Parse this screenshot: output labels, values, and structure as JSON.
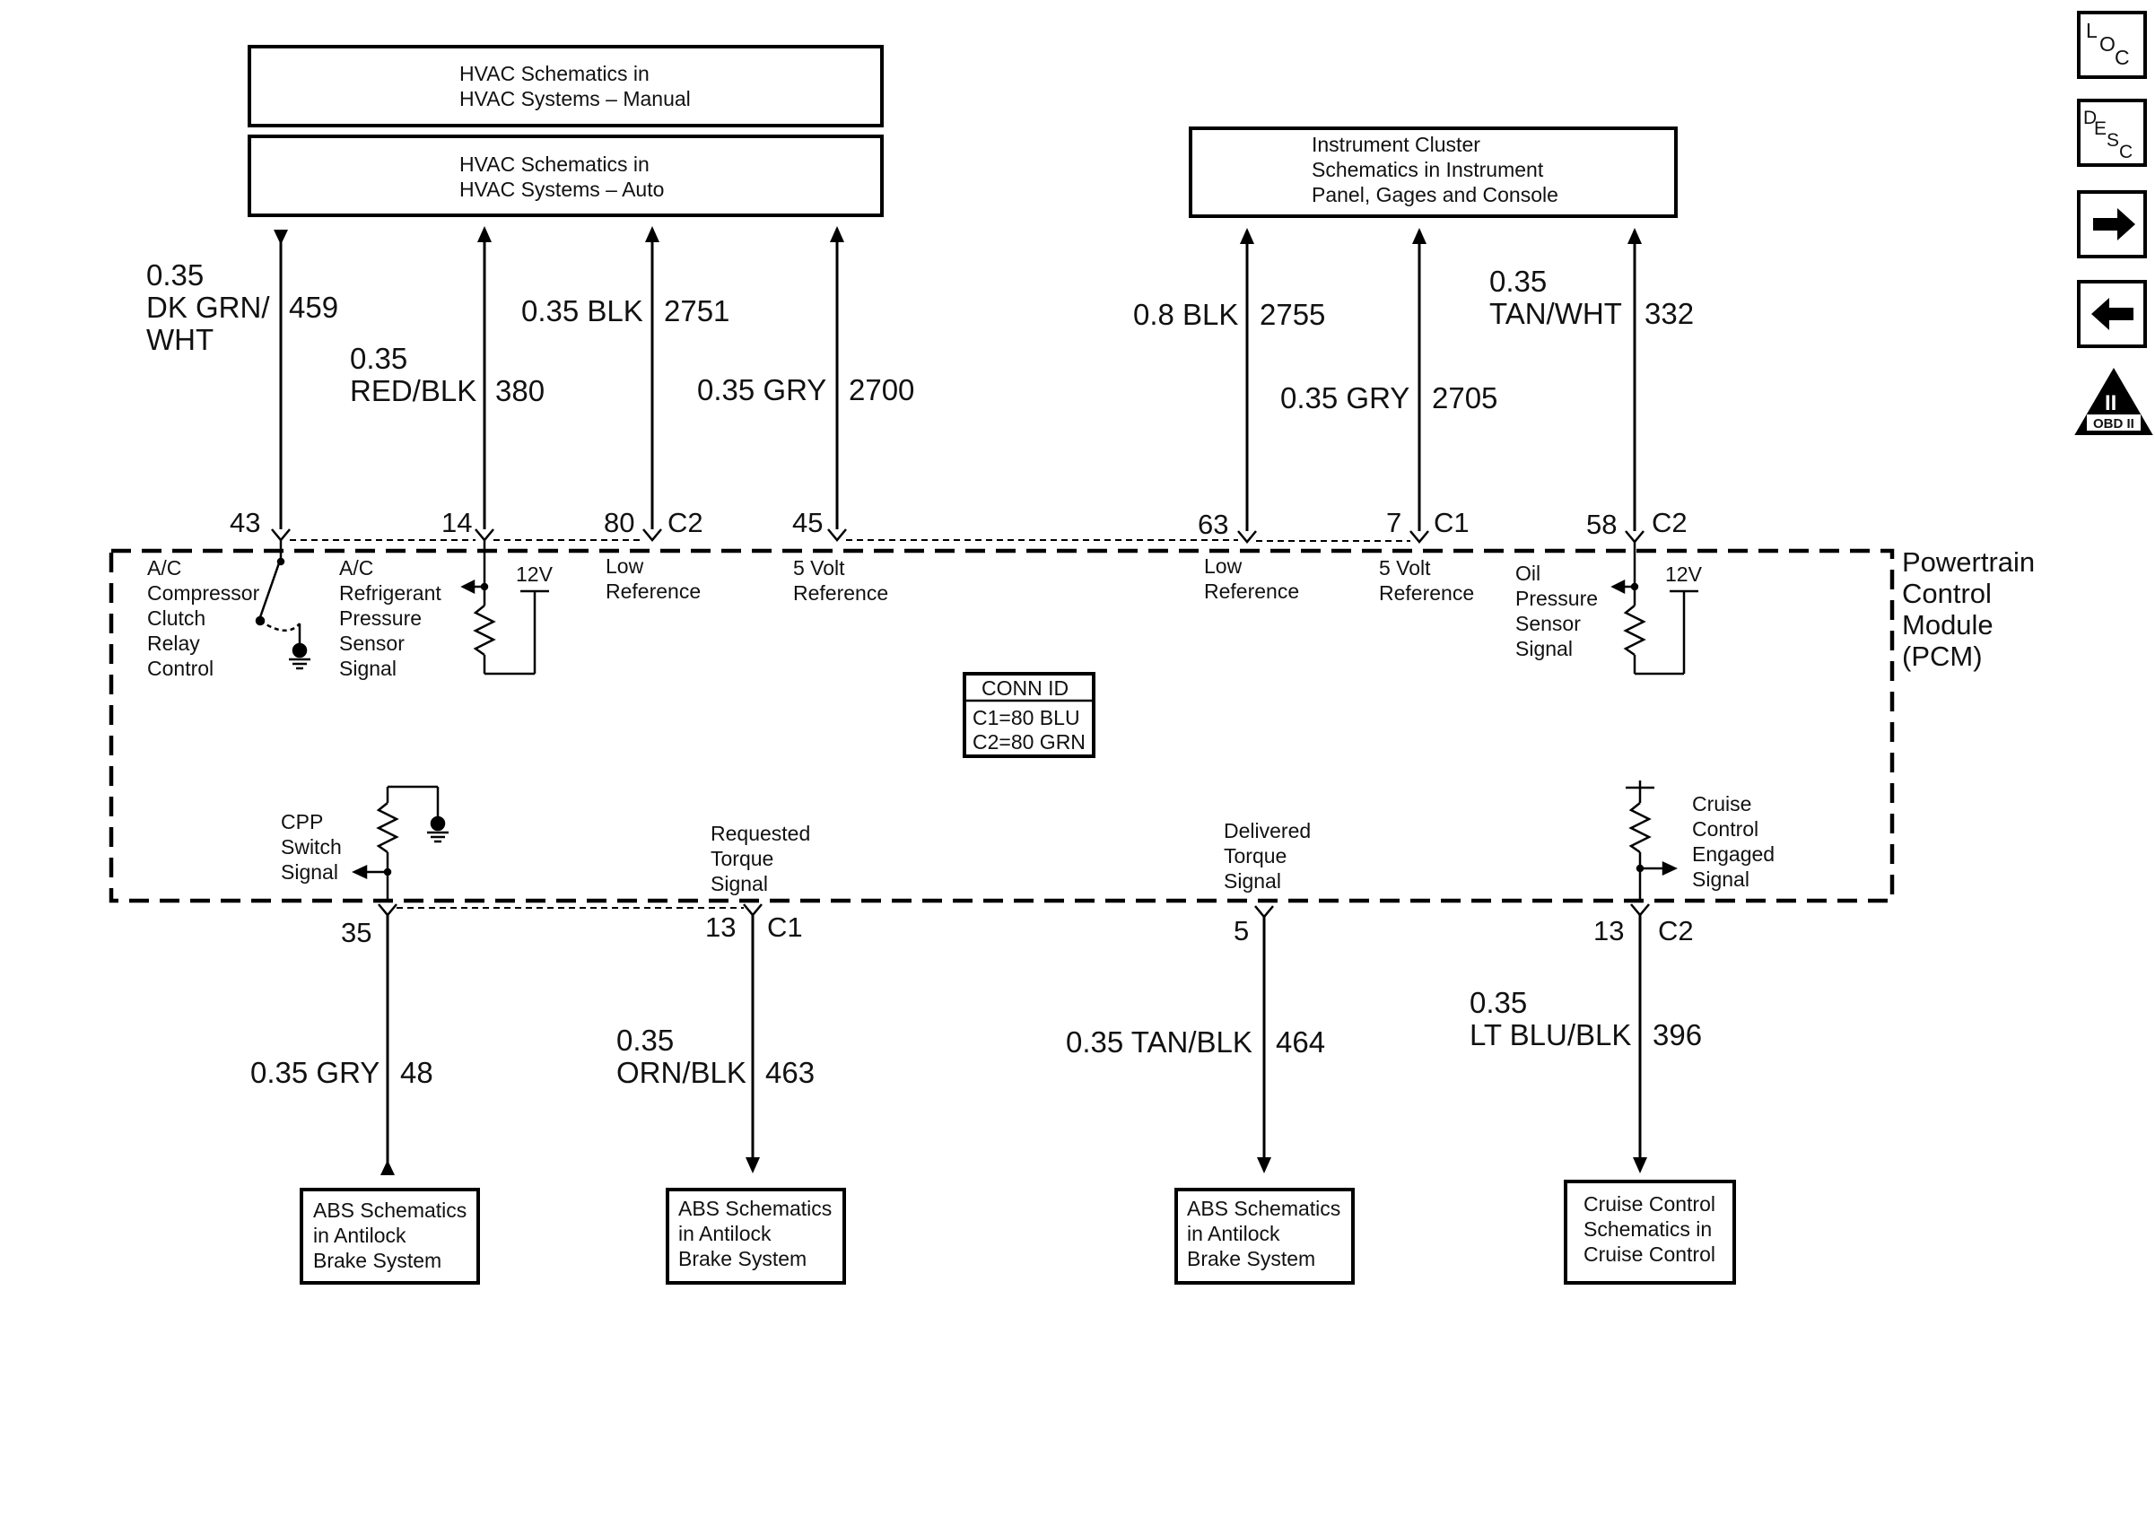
{
  "top_boxes": {
    "hvac_manual": [
      "HVAC Schematics in",
      "HVAC Systems – Manual"
    ],
    "hvac_auto": [
      "HVAC Schematics in",
      "HVAC Systems – Auto"
    ],
    "instrument_cluster": [
      "Instrument Cluster",
      "Schematics in Instrument",
      "Panel, Gages and Console"
    ]
  },
  "bottom_boxes": {
    "abs_1": [
      "ABS Schematics",
      "in Antilock",
      "Brake System"
    ],
    "abs_2": [
      "ABS Schematics",
      "in Antilock",
      "Brake System"
    ],
    "abs_3": [
      "ABS Schematics",
      "in Antilock",
      "Brake System"
    ],
    "cruise": [
      "Cruise Control",
      "Schematics in",
      "Cruise Control"
    ]
  },
  "top_wires": [
    {
      "color": [
        "0.35",
        "DK GRN/",
        "WHT"
      ],
      "circuit": "459",
      "pin": "43",
      "connector": ""
    },
    {
      "color": [
        "0.35",
        "RED/BLK"
      ],
      "circuit": "380",
      "pin": "14",
      "connector": ""
    },
    {
      "color": [
        "0.35 BLK"
      ],
      "circuit": "2751",
      "pin": "80",
      "connector": "C2"
    },
    {
      "color": [
        "0.35 GRY"
      ],
      "circuit": "2700",
      "pin": "45",
      "connector": ""
    },
    {
      "color": [
        "0.8 BLK"
      ],
      "circuit": "2755",
      "pin": "63",
      "connector": ""
    },
    {
      "color": [
        "0.35 GRY"
      ],
      "circuit": "2705",
      "pin": "7",
      "connector": "C1"
    },
    {
      "color": [
        "0.35",
        "TAN/WHT"
      ],
      "circuit": "332",
      "pin": "58",
      "connector": "C2"
    }
  ],
  "bottom_wires": [
    {
      "color": [
        "0.35 GRY"
      ],
      "circuit": "48",
      "pin": "35",
      "connector": ""
    },
    {
      "color": [
        "0.35",
        "ORN/BLK"
      ],
      "circuit": "463",
      "pin": "13",
      "connector": "C1"
    },
    {
      "color": [
        "0.35 TAN/BLK"
      ],
      "circuit": "464",
      "pin": "5",
      "connector": ""
    },
    {
      "color": [
        "0.35",
        "LT BLU/BLK"
      ],
      "circuit": "396",
      "pin": "13",
      "connector": "C2"
    }
  ],
  "pcm_top_signals": {
    "ac_clutch": [
      "A/C",
      "Compressor",
      "Clutch",
      "Relay",
      "Control"
    ],
    "ac_pressure": [
      "A/C",
      "Refrigerant",
      "Pressure",
      "Sensor",
      "Signal"
    ],
    "low_ref_1": [
      "Low",
      "Reference"
    ],
    "five_volt_1": [
      "5 Volt",
      "Reference"
    ],
    "low_ref_2": [
      "Low",
      "Reference"
    ],
    "five_volt_2": [
      "5 Volt",
      "Reference"
    ],
    "oil_pressure": [
      "Oil",
      "Pressure",
      "Sensor",
      "Signal"
    ],
    "twelve_v": "12V"
  },
  "pcm_bottom_signals": {
    "cpp": [
      "CPP",
      "Switch",
      "Signal"
    ],
    "requested": [
      "Requested",
      "Torque",
      "Signal"
    ],
    "delivered": [
      "Delivered",
      "Torque",
      "Signal"
    ],
    "cruise_engaged": [
      "Cruise",
      "Control",
      "Engaged",
      "Signal"
    ]
  },
  "pcm_label": [
    "Powertrain",
    "Control",
    "Module",
    "(PCM)"
  ],
  "conn_id": {
    "title": "CONN ID",
    "lines": [
      "C1=80 BLU",
      "C2=80 GRN"
    ]
  },
  "nav": {
    "loc": [
      "L",
      "O",
      "C"
    ],
    "desc": [
      "D",
      "E",
      "S",
      "C"
    ],
    "obd_numeral": "II",
    "obd_text": "OBD II",
    "forward_icon": "right-arrow-icon",
    "back_icon": "left-arrow-icon"
  }
}
